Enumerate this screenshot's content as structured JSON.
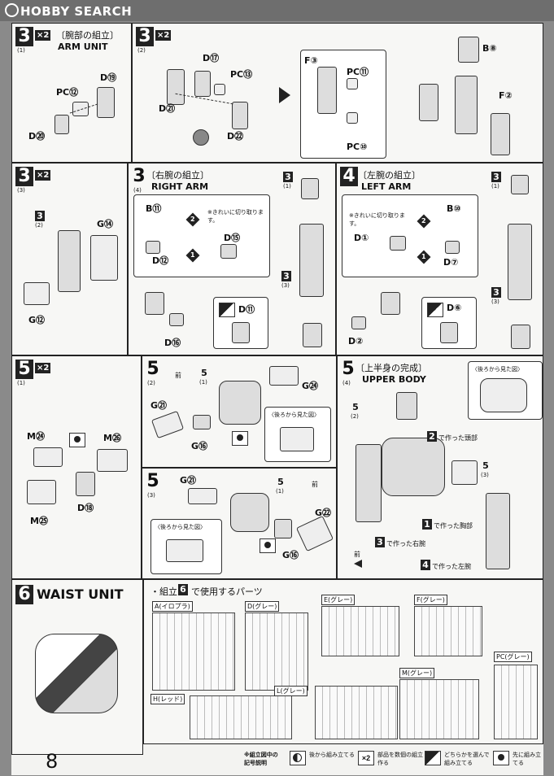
{
  "site": {
    "logo_text": "HOBBY SEARCH"
  },
  "page_number": "8",
  "steps": {
    "s3_1": {
      "num": "3",
      "sub": "(1)",
      "mult": "×2",
      "title_jp": "〔腕部の組立〕",
      "title_en": "ARM UNIT",
      "parts": [
        "D⑲",
        "PC⑫",
        "D⑳"
      ]
    },
    "s3_2": {
      "num": "3",
      "sub": "(2)",
      "mult": "×2",
      "parts": [
        "D⑰",
        "PC⑬",
        "D㉑",
        "D㉒",
        "F③",
        "PC⑪",
        "PC⑩",
        "B⑧",
        "F②"
      ]
    },
    "s3_3": {
      "num": "3",
      "sub": "(3)",
      "mult": "×2",
      "parts": [
        "3",
        "G⑭",
        "G⑫"
      ],
      "sub_ref": "(2)"
    },
    "s3_4": {
      "num": "3",
      "sub": "(4)",
      "title_jp": "〔右腕の組立〕",
      "title_en": "RIGHT ARM",
      "note": "※きれいに切り取ります。",
      "parts": [
        "B⑪",
        "D⑮",
        "D⑫",
        "D⑯",
        "D⑪"
      ],
      "callouts": [
        "2",
        "1"
      ],
      "refs": [
        "3",
        "(1)",
        "3",
        "(3)"
      ]
    },
    "s4": {
      "num": "4",
      "title_jp": "〔左腕の組立〕",
      "title_en": "LEFT ARM",
      "note": "※きれいに切り取ります。",
      "parts": [
        "B⑩",
        "D①",
        "D⑦",
        "D②",
        "D⑥"
      ],
      "callouts": [
        "2",
        "1"
      ],
      "refs": [
        "3",
        "(1)",
        "3",
        "(3)"
      ]
    },
    "s5_1": {
      "num": "5",
      "sub": "(1)",
      "mult": "×2",
      "parts": [
        "M㉔",
        "M㉖",
        "M㉕",
        "D⑱"
      ]
    },
    "s5_2": {
      "num": "5",
      "sub": "(2)",
      "front": "前",
      "ref": "5",
      "ref_sub": "(1)",
      "parts": [
        "G㉔",
        "G㉑",
        "G⑯"
      ],
      "back_view": "〈後ろから見た図〉"
    },
    "s5_3": {
      "num": "5",
      "sub": "(3)",
      "front": "前",
      "ref": "5",
      "ref_sub": "(1)",
      "parts": [
        "G㉑",
        "G㉒",
        "G⑯"
      ],
      "back_view": "〈後ろから見た図〉"
    },
    "s5_4": {
      "num": "5",
      "sub": "(4)",
      "title_jp": "〔上半身の完成〕",
      "title_en": "UPPER BODY",
      "back_view": "〈後ろから見た図〉",
      "front": "前",
      "labels": [
        {
          "num": "2",
          "text": "で作った頭部"
        },
        {
          "num": "1",
          "text": "で作った胸部"
        },
        {
          "num": "3",
          "text": "で作った右腕"
        },
        {
          "num": "4",
          "text": "で作った左腕"
        }
      ],
      "refs": [
        "5",
        "(2)",
        "5",
        "(3)"
      ]
    },
    "s6": {
      "num": "6",
      "title_en": "WAIST UNIT",
      "parts_title_a": "・組立",
      "parts_title_num": "6",
      "parts_title_b": "で使用するパーツ"
    }
  },
  "sprues": [
    {
      "label": "A(イロプラ)"
    },
    {
      "label": "D(グレー)"
    },
    {
      "label": "E(グレー)"
    },
    {
      "label": "F(グレー)"
    },
    {
      "label": "H(レッド)"
    },
    {
      "label": "L(グレー)"
    },
    {
      "label": "M(グレー)"
    },
    {
      "label": "PC(グレー)"
    }
  ],
  "legend": {
    "title": "※組立図中の記号説明",
    "items": [
      {
        "icon": "half-circle-icon",
        "text": "後から組み立てる"
      },
      {
        "icon": "x2-icon",
        "text": "部品を数個の組立作る"
      },
      {
        "icon": "choose-icon",
        "text": "どちらかを選んで組み立てる"
      },
      {
        "icon": "first-icon",
        "text": "先に組み立てる"
      }
    ]
  }
}
